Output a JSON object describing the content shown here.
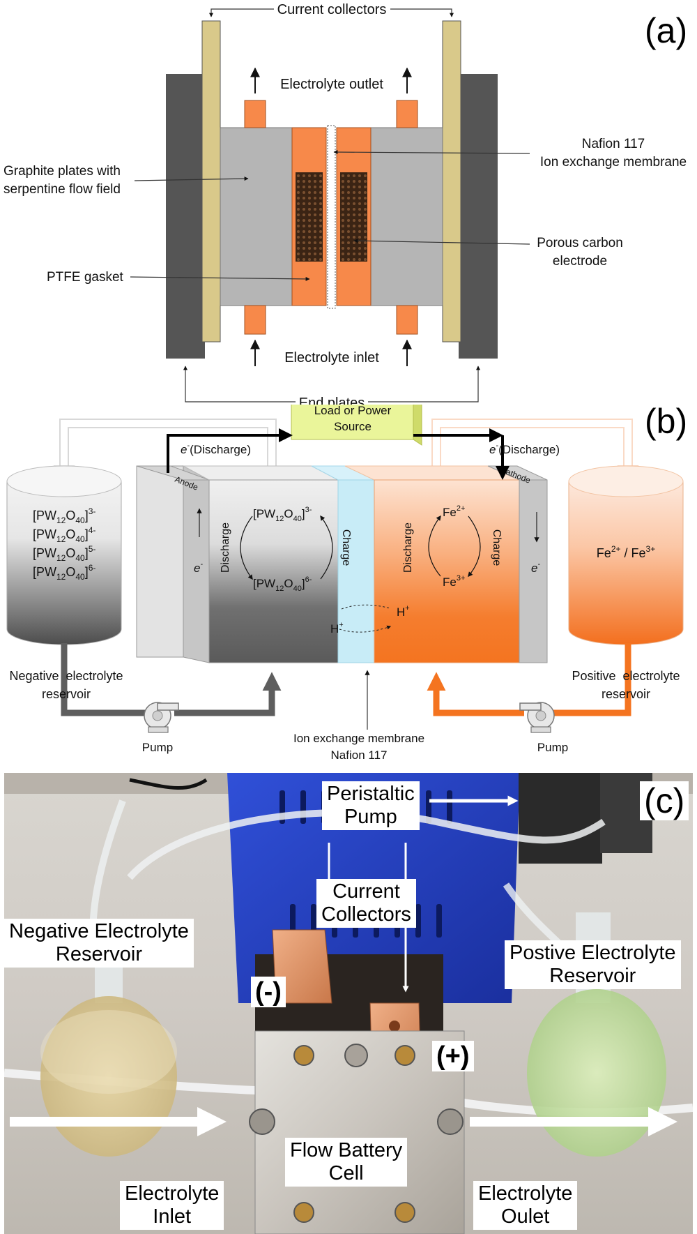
{
  "panel_a": {
    "tag": "(a)",
    "current_collectors": "Current collectors",
    "electrolyte_outlet": "Electrolyte outlet",
    "electrolyte_inlet": "Electrolyte inlet",
    "end_plates": "End plates",
    "graphite_plates_line1": "Graphite plates with",
    "graphite_plates_line2": "serpentine flow field",
    "ptfe_gasket": "PTFE gasket",
    "nafion_line1": "Nafion 117",
    "nafion_line2": "Ion exchange membrane",
    "porous_line1": "Porous carbon",
    "porous_line2": "electrode"
  },
  "panel_b": {
    "tag": "(b)",
    "load_line1": "Load or Power",
    "load_line2": "Source",
    "e_left": "e",
    "e_left_sup": "-",
    "discharge_left": "(Discharge)",
    "e_right": "e",
    "e_right_sup": "-",
    "discharge_right": "(Discharge)",
    "anode": "Anode",
    "cathode": "Cathode",
    "neg_species": [
      {
        "base": "[PW",
        "sub1": "12",
        "mid": "O",
        "sub2": "40",
        "end": "]",
        "sup": "3-"
      },
      {
        "base": "[PW",
        "sub1": "12",
        "mid": "O",
        "sub2": "40",
        "end": "]",
        "sup": "4-"
      },
      {
        "base": "[PW",
        "sub1": "12",
        "mid": "O",
        "sub2": "40",
        "end": "]",
        "sup": "5-"
      },
      {
        "base": "[PW",
        "sub1": "12",
        "mid": "O",
        "sub2": "40",
        "end": "]",
        "sup": "6-"
      }
    ],
    "cell_neg_top": {
      "base": "[PW",
      "sub1": "12",
      "mid": "O",
      "sub2": "40",
      "end": "]",
      "sup": "3-"
    },
    "cell_neg_bottom": {
      "base": "[PW",
      "sub1": "12",
      "mid": "O",
      "sub2": "40",
      "end": "]",
      "sup": "6-"
    },
    "discharge": "Discharge",
    "charge": "Charge",
    "fe2": "Fe",
    "fe2_sup": "2+",
    "fe3": "Fe",
    "fe3_sup": "3+",
    "h_plus": "H",
    "h_plus_sup": "+",
    "electron_e": "e",
    "electron_sup": "-",
    "pos_reservoir_species": "Fe",
    "pos_reservoir_sup1": "2+",
    "pos_reservoir_sep": " / Fe",
    "pos_reservoir_sup2": "3+",
    "neg_reservoir_line1": "Negative  electrolyte",
    "neg_reservoir_line2": "reservoir",
    "pos_reservoir_line1": "Positive  electrolyte",
    "pos_reservoir_line2": "reservoir",
    "pump": "Pump",
    "membrane_line1": "Ion exchange membrane",
    "membrane_line2": "Nafion 117"
  },
  "panel_c": {
    "tag": "(c)",
    "peristaltic_line1": "Peristaltic",
    "peristaltic_line2": "Pump",
    "current_collectors_line1": "Current",
    "current_collectors_line2": "Collectors",
    "neg_reservoir_line1": "Negative Electrolyte",
    "neg_reservoir_line2": "Reservoir",
    "pos_reservoir_line1": "Postive Electrolyte",
    "pos_reservoir_line2": "Reservoir",
    "minus": "(-)",
    "plus": "(+)",
    "cell_line1": "Flow Battery",
    "cell_line2": "Cell",
    "inlet_line1": "Electrolyte",
    "inlet_line2": "Inlet",
    "outlet_line1": "Electrolyte",
    "outlet_line2": "Oulet"
  },
  "colors": {
    "orange": "#f7894a",
    "current_collector": "#d9c98a",
    "end_plate": "#555555",
    "graphite": "#b5b5b5",
    "electrode": "#4a3020",
    "membrane_blue": "#c8ecf7",
    "load_box": "#eaf59a",
    "pump_blue": "#1f3cc4"
  }
}
